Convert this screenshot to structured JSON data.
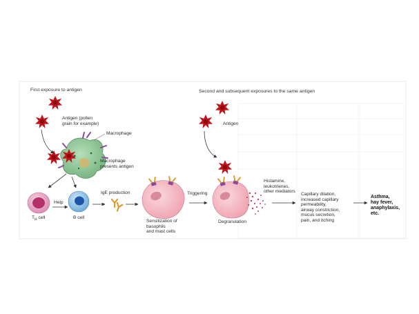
{
  "labels": {
    "first_exposure": "First exposure to antigen",
    "subsequent_exposure": "Second and subsequent exposures to the same antigen",
    "antigen_pollen": "Antigen (pollen\ngrain for example)",
    "macrophage": "Macrophage",
    "macrophage_presents": "Macrophage\npresents antigen",
    "help": "Help",
    "th_cell_main": "T",
    "th_cell_sub": "H",
    "th_cell_rest": " cell",
    "b_cell": "B cell",
    "ige_production": "IgE production",
    "sensitization": "Sensitization of\nbasophils\nand mast cells",
    "antigen": "Antigen",
    "triggering": "Triggering",
    "degranulation": "Degranulation",
    "mediators": "Histamine,\nleukotrienes,\nother mediators",
    "effects": "Capillary dilation,\nincreased capillary\npermeability,\nairway constriction,\nmucus secretion,\npain, and itching",
    "outcomes": "Asthma,\nhay fever,\nanaphylaxis,\netc."
  },
  "colors": {
    "antigen": "#c0141c",
    "macrophage": "#8fc79a",
    "mast_cell": "#f3b8c2",
    "nucleus": "#d88a9a",
    "b_cell": "#9ecbe8",
    "b_nucleus": "#1b56a8",
    "th_cell": "#e7a6c4",
    "th_nucleus": "#b5306a",
    "ige": "#e09a2e",
    "receptor": "#8a4a9c",
    "granule": "#c43a5a"
  }
}
